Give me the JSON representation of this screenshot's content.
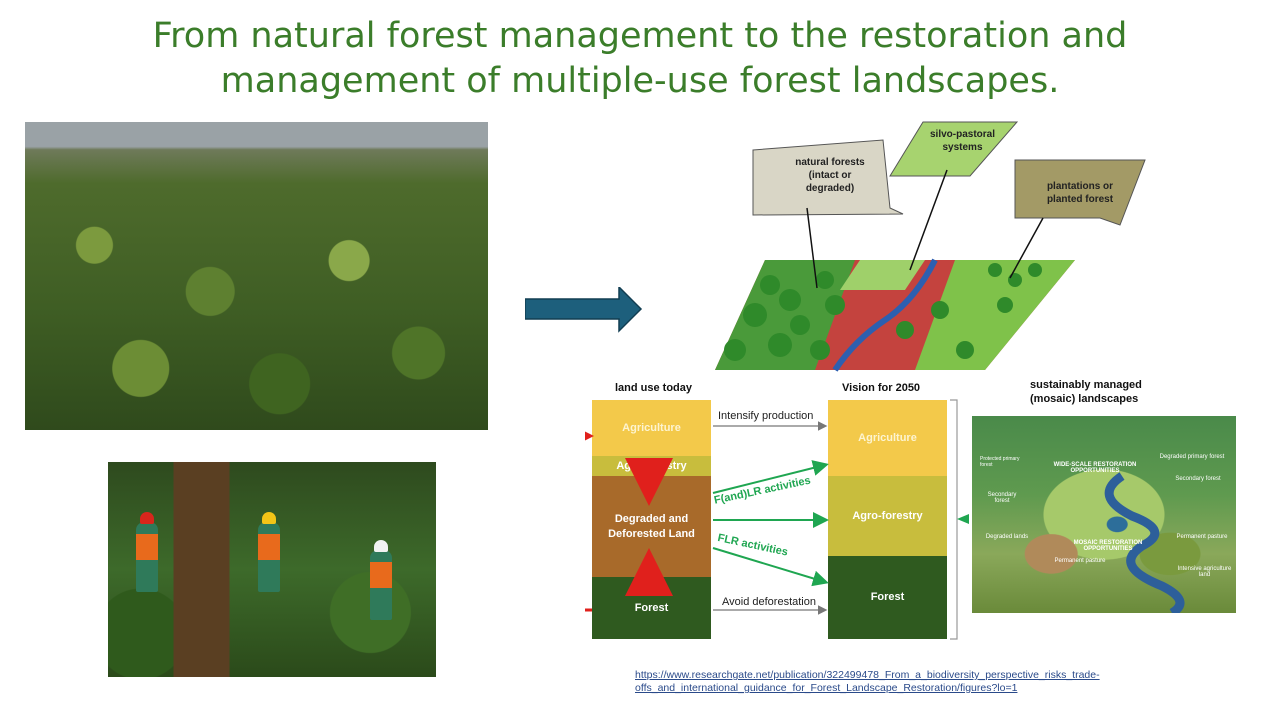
{
  "slide": {
    "title_line1": "From natural forest management to the restoration and",
    "title_line2": "management of multiple-use forest landscapes."
  },
  "landscape": {
    "natural_forests": "natural forests (intact or degraded)",
    "silvo_pastoral": "silvo-pastoral systems",
    "plantations": "plantations or planted forest"
  },
  "diagram": {
    "left_header": "land use today",
    "right_header": "Vision for 2050",
    "mosaic_header": "sustainably managed (mosaic) landscapes",
    "left": {
      "agriculture": "Agriculture",
      "agroforestry": "Agro-forestry",
      "degraded": "Degraded and Deforested Land",
      "forest": "Forest"
    },
    "right": {
      "agriculture": "Agriculture",
      "agroforestry": "Agro-forestry",
      "forest": "Forest"
    },
    "arrows": {
      "intensify": "Intensify production",
      "fandlr": "F(and)LR activities",
      "flr": "FLR activities",
      "avoid": "Avoid deforestation"
    },
    "map": {
      "protected": "Protected primary forest",
      "degraded_primary": "Degraded primary forest",
      "wide_scale": "WIDE-SCALE RESTORATION OPPORTUNITIES",
      "secondary_left": "Secondary forest",
      "secondary_right": "Secondary forest",
      "degraded_lands": "Degraded lands",
      "mosaic": "MOSAIC RESTORATION OPPORTUNITIES",
      "permanent_pasture_right": "Permanent pasture",
      "permanent_pasture_center": "Permanent pasture",
      "intensive_agri": "Intensive agriculture land"
    }
  },
  "source_link": "https://www.researchgate.net/publication/322499478_From_a_biodiversity_perspective_risks_trade-offs_and_international_guidance_for_Forest_Landscape_Restoration/figures?lo=1",
  "colors": {
    "title": "#3b7d2a",
    "arrow_fill": "#1d5f7c",
    "agriculture": "#f3c94a",
    "agroforestry": "#c8bd3d",
    "degraded": "#a86a2a",
    "forest": "#2f5a1f",
    "green_arrow": "#1fa651",
    "red_arrow": "#e0201c"
  }
}
